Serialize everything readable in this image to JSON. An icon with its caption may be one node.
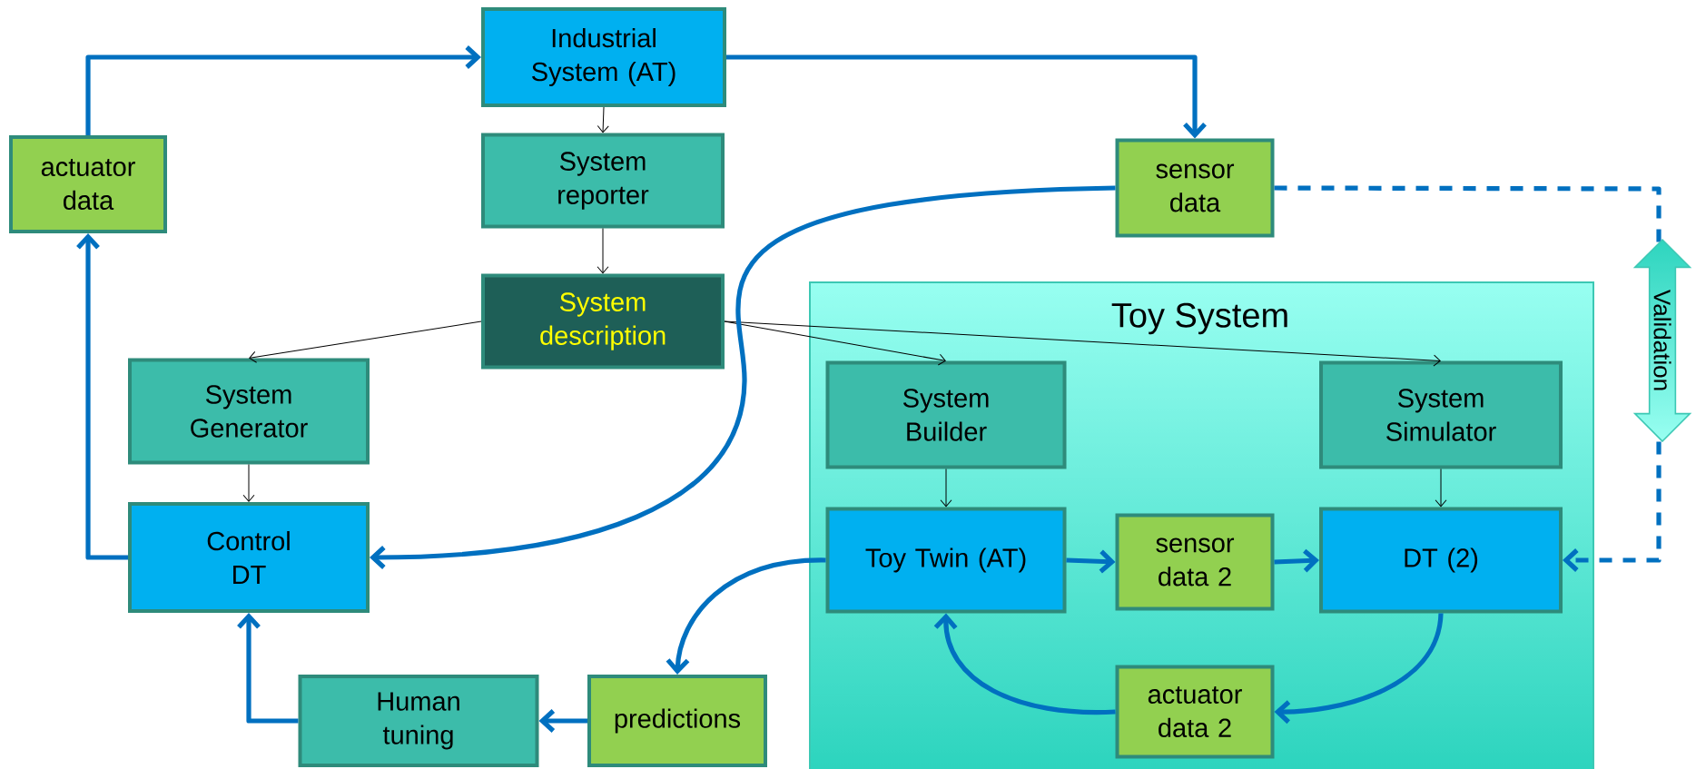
{
  "diagram": {
    "nodes": [
      {
        "text": [
          "Industrial System (AT)"
        ]
      },
      {
        "text": [
          "System reporter"
        ]
      },
      {
        "text": [
          "System description"
        ]
      },
      {
        "text": [
          "actuator data"
        ]
      },
      {
        "text": [
          "sensor data"
        ]
      },
      {
        "text": [
          "Toy System"
        ]
      },
      {
        "text": [
          "System Generator"
        ]
      },
      {
        "text": [
          "System Builder"
        ],
        "in": 5
      },
      {
        "text": [
          "System Simulator"
        ],
        "in": 5
      },
      {
        "text": [
          "Control DT"
        ]
      },
      {
        "text": [
          "Toy Twin (AT)"
        ],
        "in": 5
      },
      {
        "text": [
          "sensor data 2"
        ],
        "in": 5
      },
      {
        "text": [
          "DT (2)"
        ],
        "in": 5
      },
      {
        "text": [
          "actuator data 2"
        ],
        "in": 5
      },
      {
        "text": [
          "Human tuning"
        ]
      },
      {
        "text": [
          "predictions"
        ]
      }
    ],
    "edges": [
      {
        "from": 3,
        "to": 0,
        "arrow": "to"
      },
      {
        "from": 0,
        "to": 4,
        "arrow": "to"
      },
      {
        "from": 0,
        "to": 1,
        "arrow": "to",
        "color": "#000000"
      },
      {
        "from": 1,
        "to": 2,
        "arrow": "to",
        "color": "#000000"
      },
      {
        "from": 2,
        "to": 6,
        "arrow": "to",
        "color": "#000000"
      },
      {
        "from": 2,
        "to": 7,
        "arrow": "to",
        "color": "#000000"
      },
      {
        "from": 2,
        "to": 8,
        "arrow": "to",
        "color": "#000000"
      },
      {
        "from": 4,
        "to": 9,
        "arrow": "to"
      },
      {
        "from": 4,
        "to": 12,
        "arrow": "to",
        "style": "dashed",
        "label": "Validation"
      },
      {
        "from": 6,
        "to": 9,
        "arrow": "to",
        "color": "#000000"
      },
      {
        "from": 7,
        "to": 10,
        "arrow": "to",
        "color": "#000000"
      },
      {
        "from": 8,
        "to": 12,
        "arrow": "to",
        "color": "#000000"
      },
      {
        "from": 9,
        "to": 3,
        "arrow": "to"
      },
      {
        "from": 10,
        "to": 11,
        "arrow": "to"
      },
      {
        "from": 11,
        "to": 12,
        "arrow": "to"
      },
      {
        "from": 12,
        "to": 13,
        "arrow": "to"
      },
      {
        "from": 13,
        "to": 10,
        "arrow": "to"
      },
      {
        "from": 10,
        "to": 15,
        "arrow": "to"
      },
      {
        "from": 15,
        "to": 14,
        "arrow": "to"
      },
      {
        "from": 14,
        "to": 9,
        "arrow": "to"
      }
    ]
  }
}
